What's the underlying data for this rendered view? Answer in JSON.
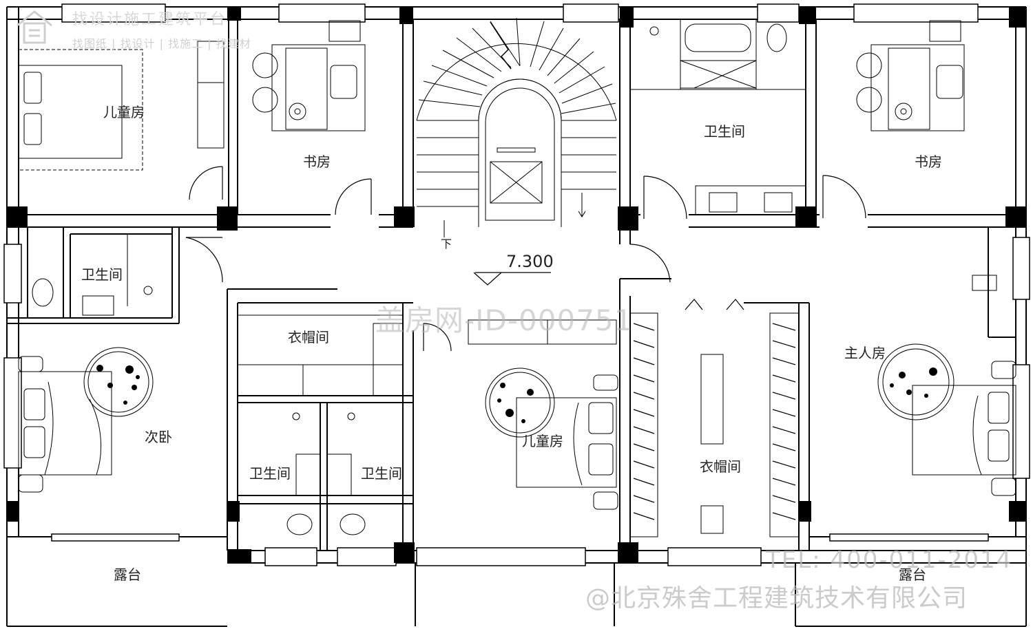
{
  "watermark": {
    "top_title": "找设计施工建筑平台",
    "top_links": "找图纸 | 找设计 | 找施工 | 找建材",
    "id_text": "盖房网-ID-000751",
    "tel": "TEL: 400-011-2014",
    "company": "@北京殊舍工程建筑技术有限公司"
  },
  "elevation": "7.300",
  "stair_down": "下",
  "rooms": {
    "kids_room_1": "儿童房",
    "study_1": "书房",
    "bath_top": "卫生间",
    "study_2": "书房",
    "bath_left": "卫生间",
    "closet_mid": "衣帽间",
    "master_room": "主人房",
    "second_bedroom": "次卧",
    "bath_a": "卫生间",
    "bath_b": "卫生间",
    "kids_room_2": "儿童房",
    "closet_right": "衣帽间",
    "terrace_left": "露台",
    "terrace_right": "露台"
  },
  "colors": {
    "line": "#000000",
    "hatch": "#555555",
    "watermark": "#bdbdbd"
  }
}
